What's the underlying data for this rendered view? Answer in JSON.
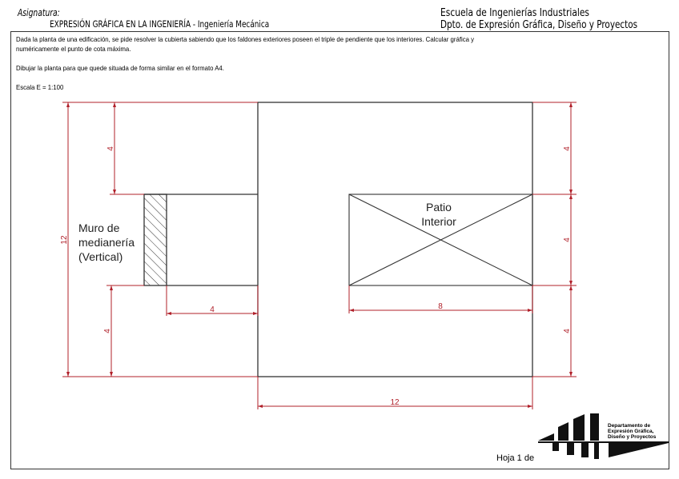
{
  "header": {
    "asignatura_label": "Asignatura:",
    "subject": "EXPRESIÓN GRÁFICA EN LA INGENIERÍA - Ingeniería Mecánica",
    "school": "Escuela de Ingenierías Industriales",
    "department": "Dpto. de Expresión Gráfica, Diseño y Proyectos"
  },
  "statement": {
    "line1": "Dada la planta de una edificación, se pide resolver la cubierta sabiendo que los faldones exteriores poseen el triple de pendiente que los interiores.  Calcular gráfica y",
    "line2": "numéricamente el punto de cota máxima.",
    "line3": "Dibujar la planta para que quede situada de forma similar en el formato A4.",
    "scale": "Escala E = 1:100"
  },
  "drawing": {
    "dims": {
      "total_height": "12",
      "top_wing": "4",
      "bottom_wing": "4",
      "wing_width": "4",
      "right_top": "4",
      "right_mid": "4",
      "right_bottom": "4",
      "patio_width": "8",
      "bottom_width": "12"
    },
    "wall_label": [
      "Muro de",
      "medianería",
      "(Vertical)"
    ],
    "patio_label": [
      "Patio",
      "Interior"
    ],
    "colors": {
      "outline": "#333333",
      "dimension": "#b0202a"
    }
  },
  "footer": {
    "sheet": "Hoja 1 de",
    "logo_text": [
      "Departamento de",
      "Expresión Gráfica,",
      "Diseño y Proyectos"
    ]
  }
}
